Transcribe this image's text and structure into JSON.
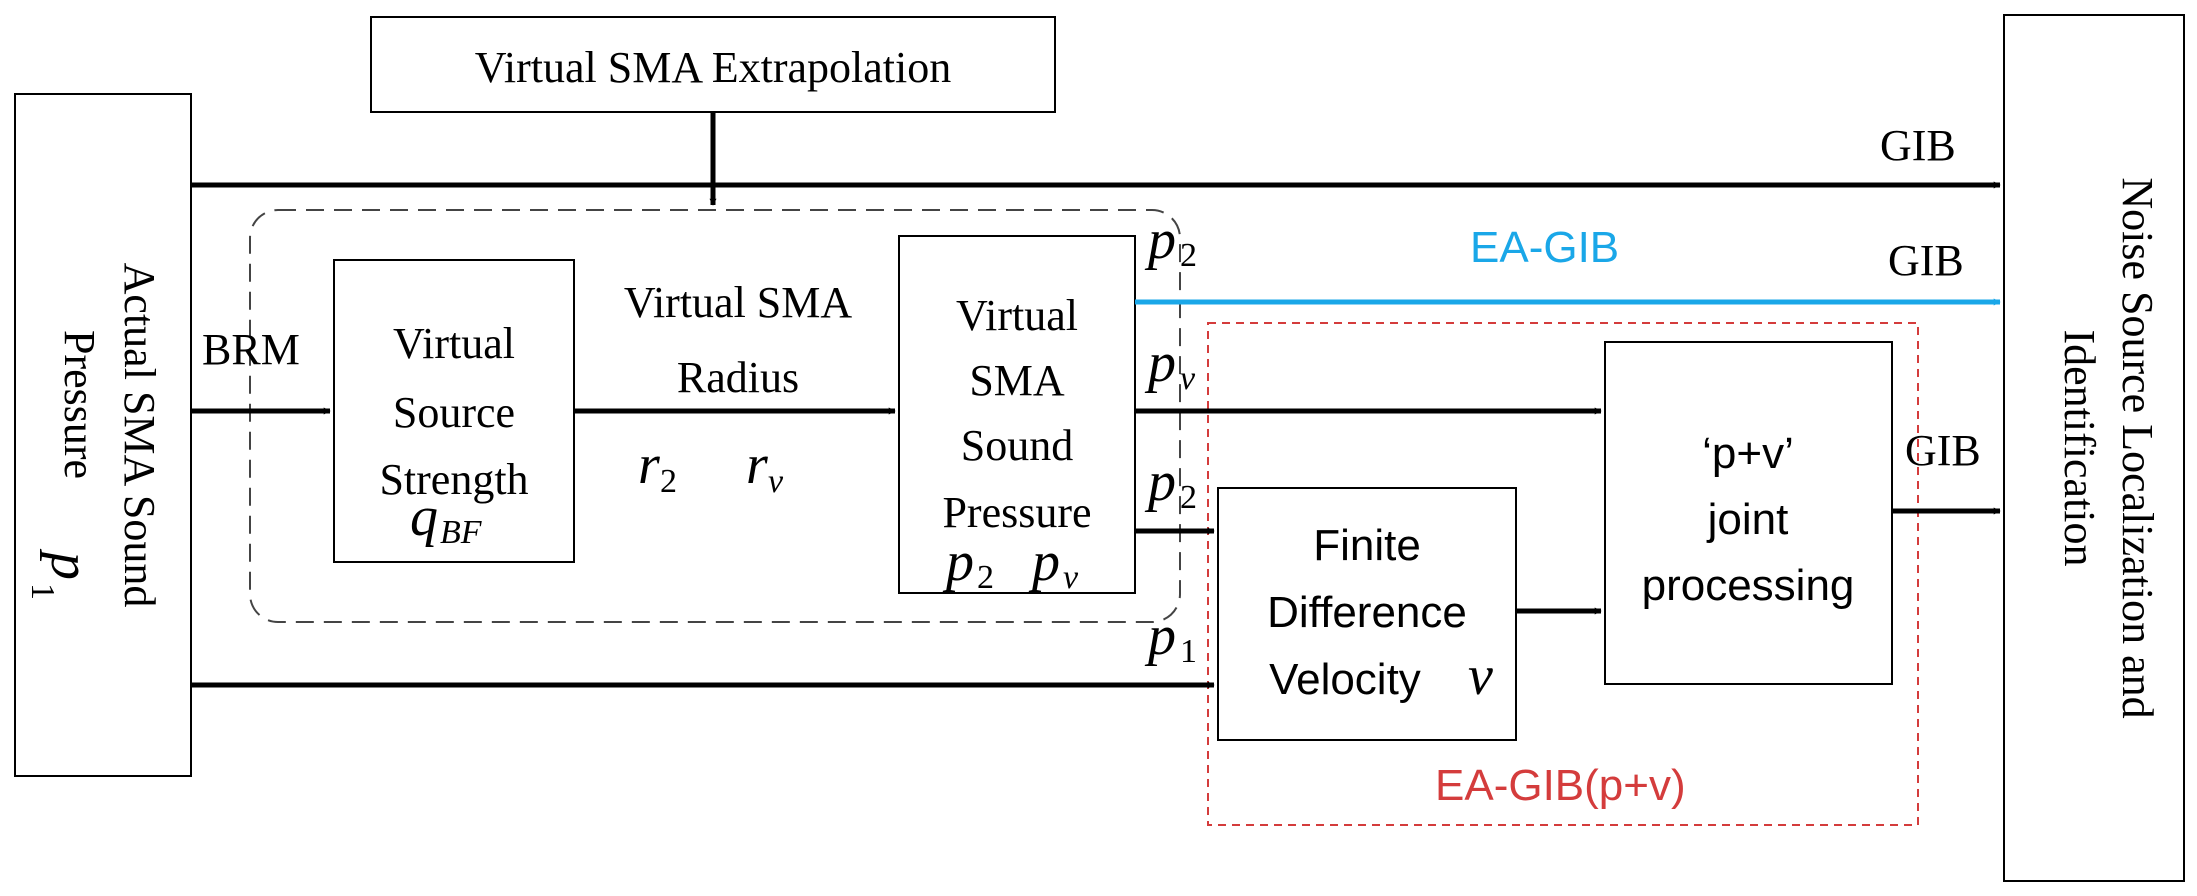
{
  "colors": {
    "ea_gib": "#1aa7e8",
    "ea_gib_pv": "#d43c3c",
    "line": "#000000",
    "dash_box": "#444444"
  },
  "blocks": {
    "extrapolation": "Virtual SMA Extrapolation",
    "actual_pressure_line1": "Actual SMA Sound",
    "actual_pressure_line2": "Pressure",
    "actual_pressure_var": "p",
    "actual_pressure_sub": "1",
    "source_strength": [
      "Virtual",
      "Source",
      "Strength"
    ],
    "source_strength_var": "q",
    "source_strength_sub": "BF",
    "virtual_pressure": [
      "Virtual",
      "SMA",
      "Sound",
      "Pressure"
    ],
    "finite_difference": [
      "Finite",
      "Difference",
      "Velocity"
    ],
    "finite_difference_var": "v",
    "joint_processing": [
      "‘p+v’",
      "joint",
      "processing"
    ],
    "output_line1": "Noise Source Localization and",
    "output_line2": "Identification"
  },
  "labels": {
    "brm": "BRM",
    "radius_line1": "Virtual SMA",
    "radius_line2": "Radius",
    "gib": "GIB",
    "ea_gib": "EA-GIB",
    "ea_gib_pv": "EA-GIB(p+v)"
  },
  "vars": {
    "p": "p",
    "r": "r",
    "v": "v",
    "sub_2": "2",
    "sub_1": "1",
    "sub_v": "v"
  }
}
